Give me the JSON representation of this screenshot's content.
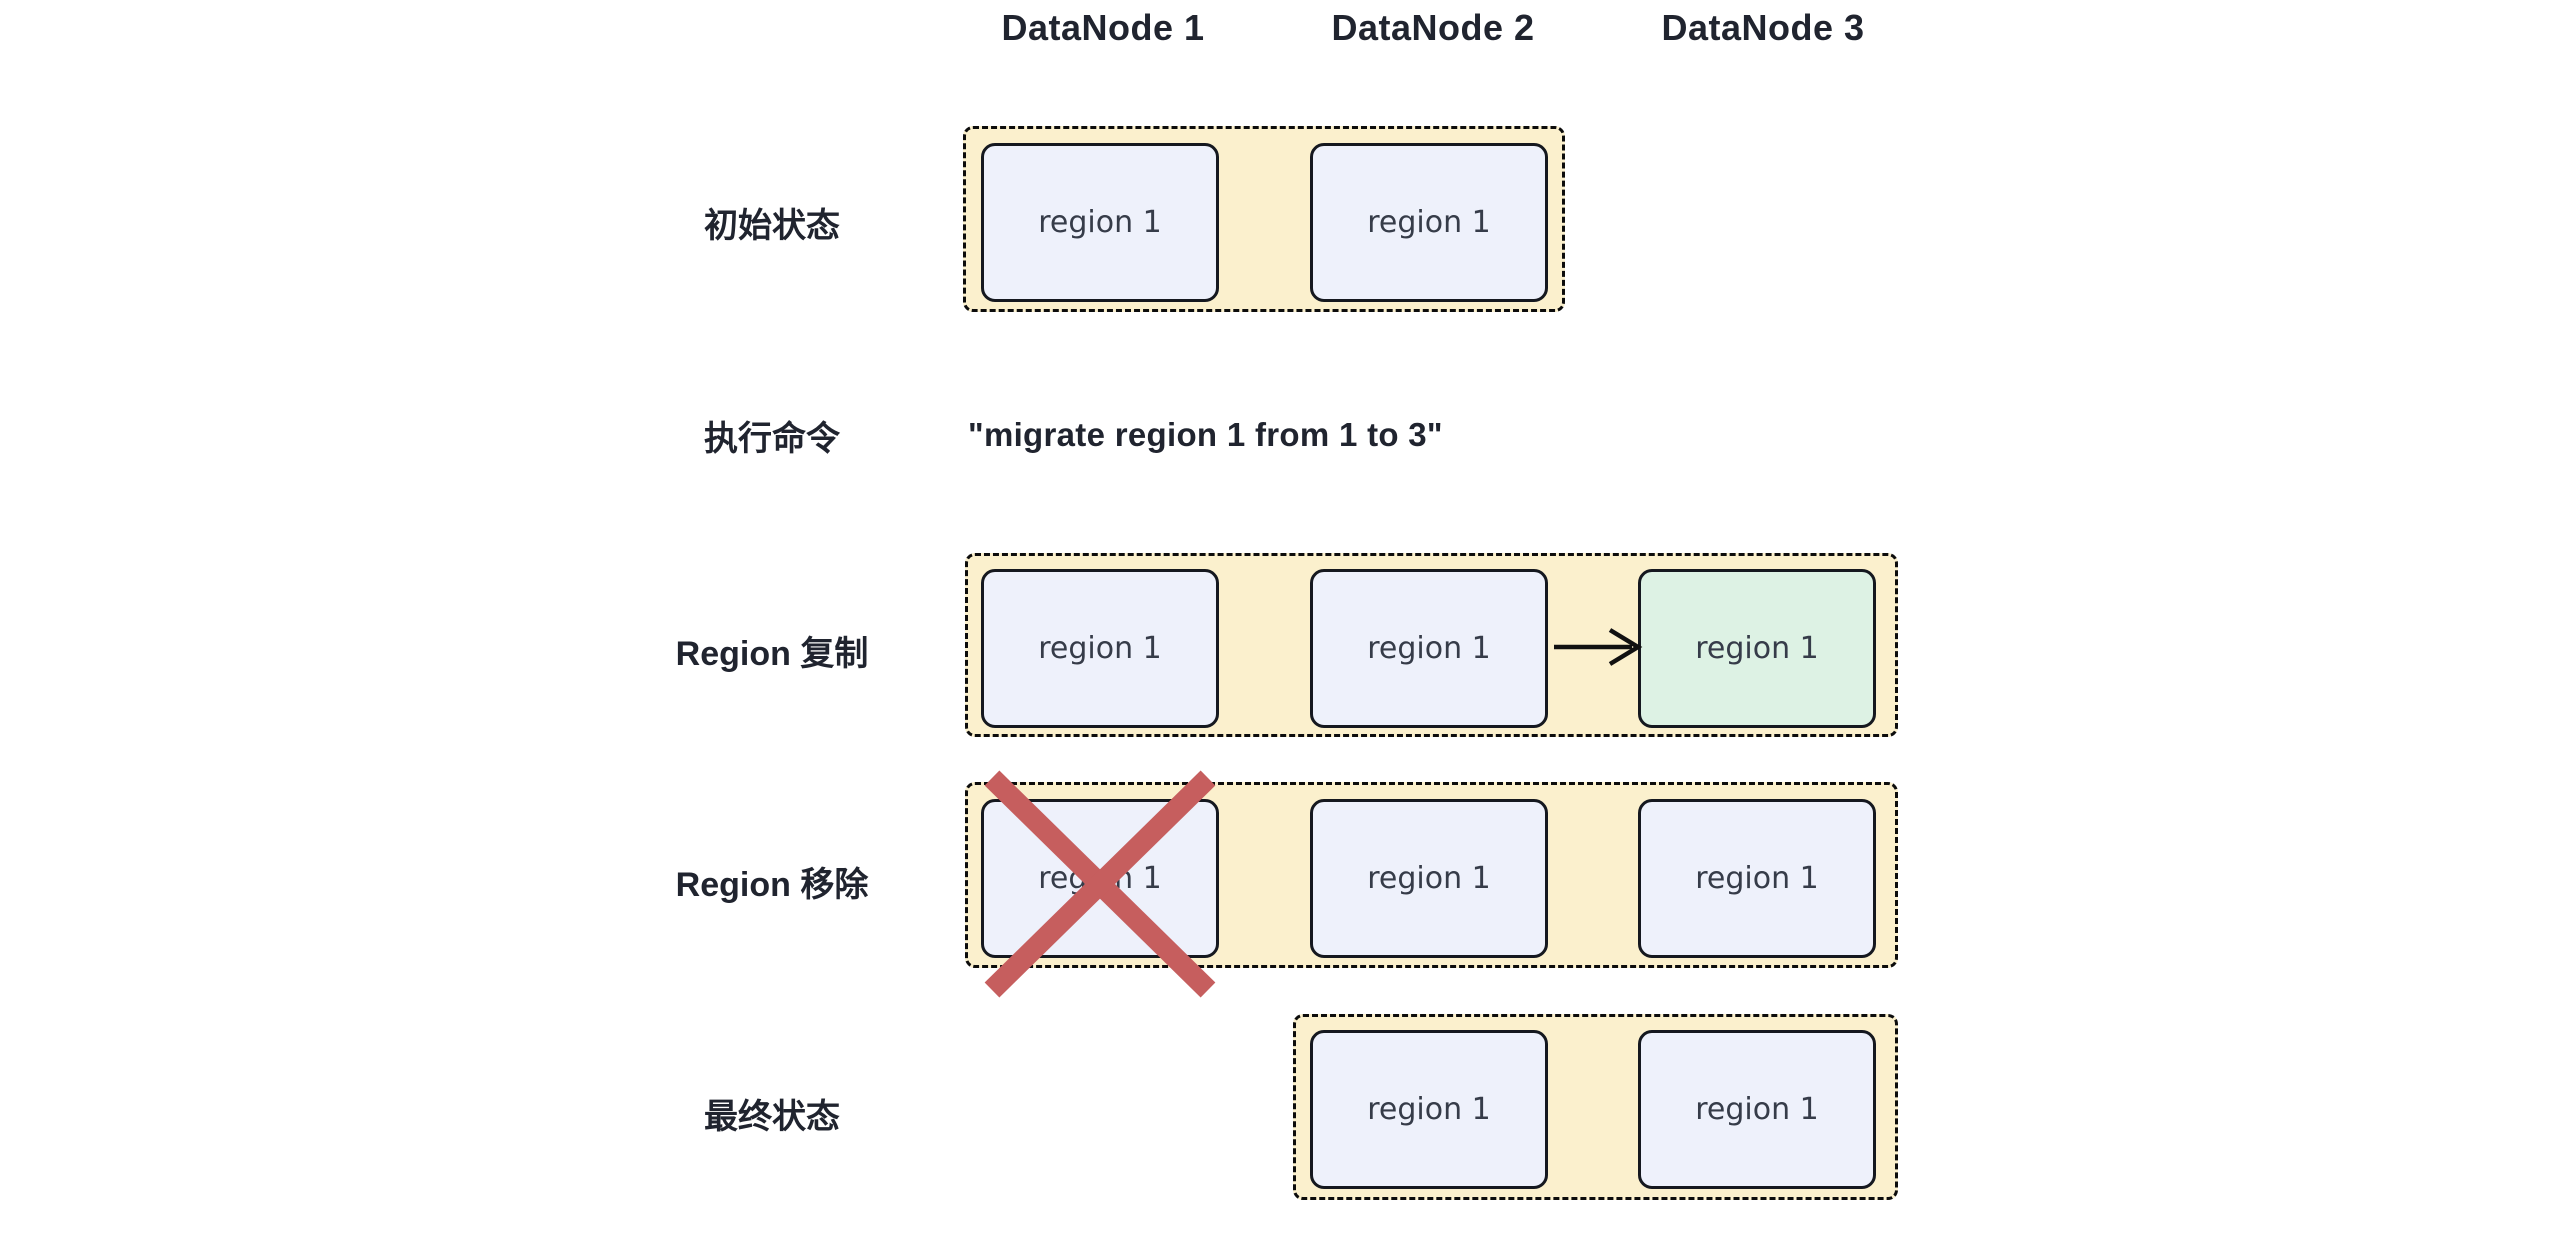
{
  "columns": [
    {
      "id": "datanode-1",
      "label": "DataNode 1"
    },
    {
      "id": "datanode-2",
      "label": "DataNode 2"
    },
    {
      "id": "datanode-3",
      "label": "DataNode 3"
    }
  ],
  "rows": [
    {
      "id": "initial-state",
      "label": "初始状态",
      "boxes": [
        {
          "node": "DataNode 1",
          "label": "region 1",
          "variant": "normal"
        },
        {
          "node": "DataNode 2",
          "label": "region 1",
          "variant": "normal"
        }
      ]
    },
    {
      "id": "execute-command",
      "label": "执行命令",
      "command": "\"migrate region 1 from 1 to 3\""
    },
    {
      "id": "region-copy",
      "label": "Region 复制",
      "boxes": [
        {
          "node": "DataNode 1",
          "label": "region 1",
          "variant": "normal"
        },
        {
          "node": "DataNode 2",
          "label": "region 1",
          "variant": "normal"
        },
        {
          "node": "DataNode 3",
          "label": "region 1",
          "variant": "new-replica"
        }
      ],
      "arrow": {
        "from": "DataNode 2",
        "to": "DataNode 3"
      }
    },
    {
      "id": "region-remove",
      "label": "Region 移除",
      "boxes": [
        {
          "node": "DataNode 1",
          "label": "region 1",
          "variant": "removed"
        },
        {
          "node": "DataNode 2",
          "label": "region 1",
          "variant": "normal"
        },
        {
          "node": "DataNode 3",
          "label": "region 1",
          "variant": "normal"
        }
      ]
    },
    {
      "id": "final-state",
      "label": "最终状态",
      "boxes": [
        {
          "node": "DataNode 2",
          "label": "region 1",
          "variant": "normal"
        },
        {
          "node": "DataNode 3",
          "label": "region 1",
          "variant": "normal"
        }
      ]
    }
  ],
  "icons": {
    "arrow": "right-arrow-icon",
    "cross": "removal-cross-icon"
  },
  "colors": {
    "group_fill": "#fbf0cd",
    "group_dash_border": "#0c0c0c",
    "box_fill": "#eef1fb",
    "box_fill_new_replica": "#ddf2e4",
    "box_border": "#15181f",
    "box_text": "#363c49",
    "heading_text": "#20242f",
    "cross": "#c65e5e",
    "arrow": "#111111",
    "background": "#ffffff"
  }
}
